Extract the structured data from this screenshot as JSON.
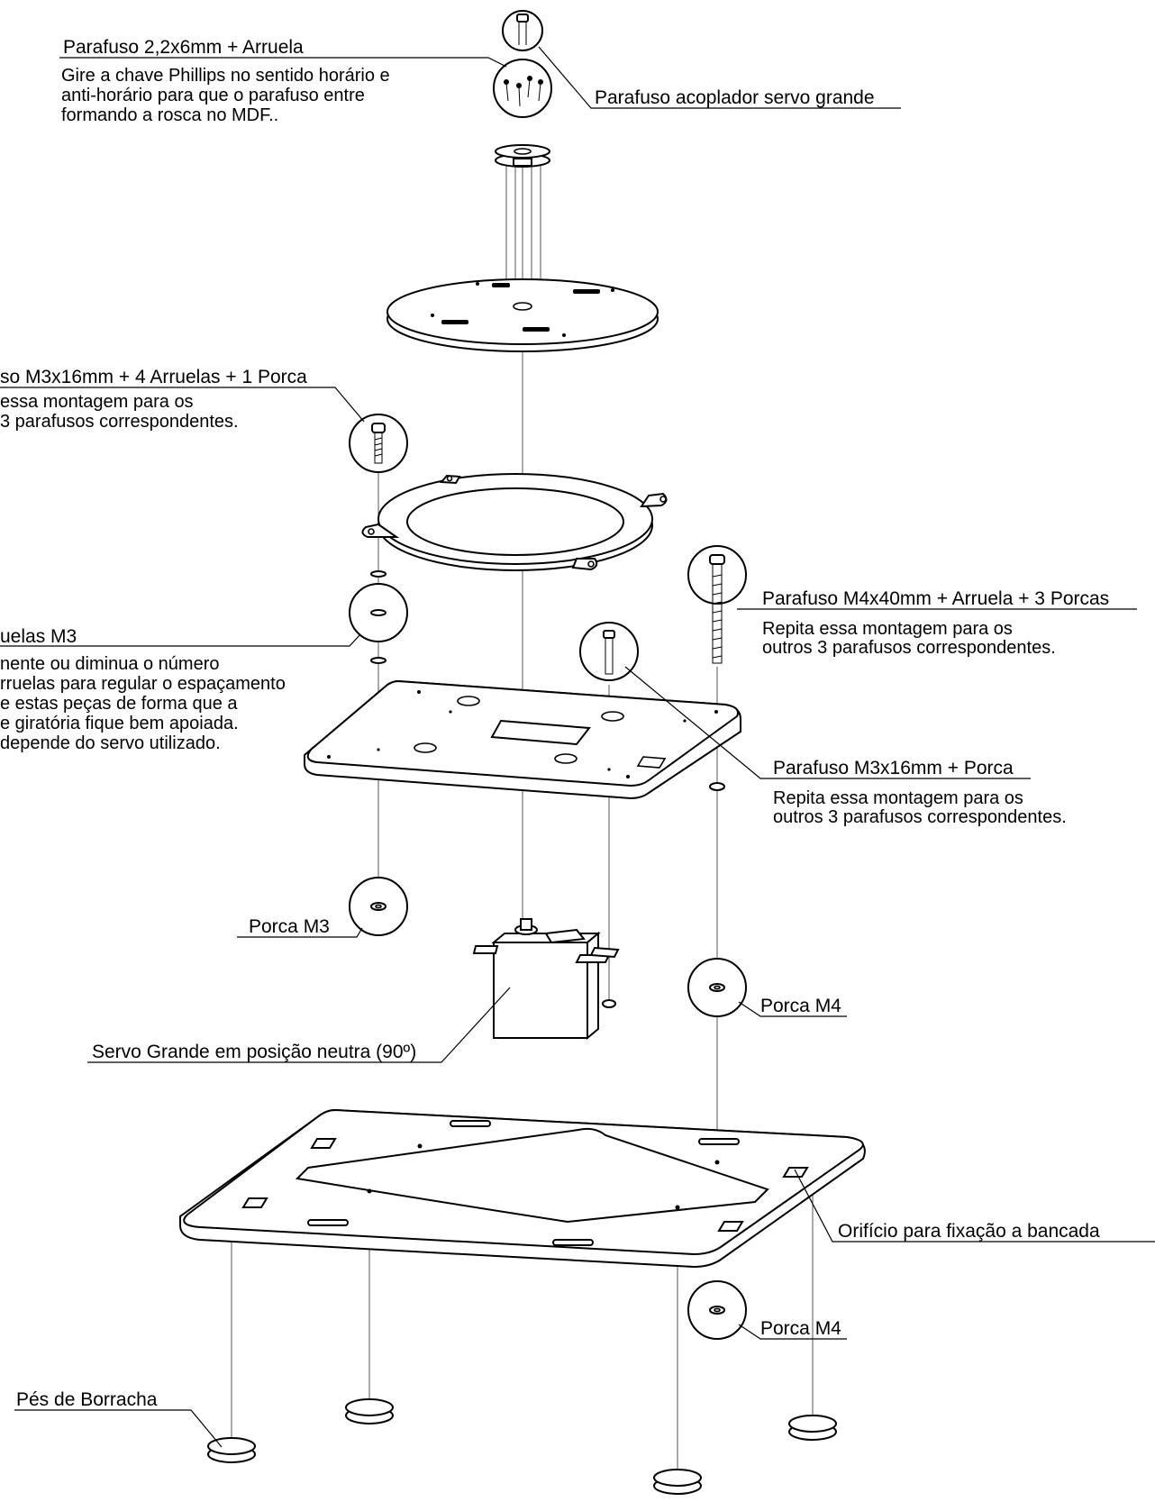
{
  "labels": {
    "screw_22x6": {
      "title": "Parafuso 2,2x6mm + Arruela",
      "lines": [
        "Gire a chave Phillips no sentido horário e",
        "anti-horário para que o parafuso entre",
        "formando a rosca no MDF.."
      ]
    },
    "coupler_screw": {
      "title": "Parafuso acoplador servo grande"
    },
    "screw_m3x16_washers": {
      "title": "so M3x16mm + 4 Arruelas + 1 Porca",
      "lines": [
        " essa montagem para os",
        " 3 parafusos correspondentes."
      ]
    },
    "washers_m3": {
      "title": "uelas M3",
      "lines": [
        "nente ou diminua o número",
        "rruelas para regular o espaçamento",
        "e estas peças de forma que a",
        "e giratória fique bem apoiada.",
        " depende do servo utilizado."
      ]
    },
    "screw_m4x40": {
      "title": "Parafuso M4x40mm + Arruela + 3 Porcas",
      "lines": [
        "Repita essa montagem para os",
        " outros 3 parafusos correspondentes."
      ]
    },
    "screw_m3x16_nut": {
      "title": "Parafuso M3x16mm + Porca",
      "lines": [
        "Repita essa montagem para os",
        " outros 3 parafusos correspondentes."
      ]
    },
    "nut_m3": {
      "title": "Porca M3"
    },
    "servo": {
      "title": "Servo Grande em posição neutra (90º)"
    },
    "nut_m4_a": {
      "title": "Porca M4"
    },
    "bench_hole": {
      "title": "Orifício para fixação a bancada"
    },
    "nut_m4_b": {
      "title": "Porca M4"
    },
    "rubber_feet": {
      "title": "Pés de Borracha"
    }
  }
}
